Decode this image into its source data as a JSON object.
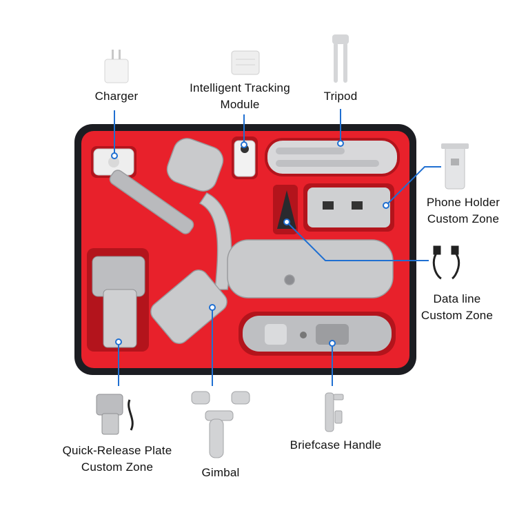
{
  "labels": {
    "charger": "Charger",
    "tracking_module": "Intelligent Tracking\nModule",
    "tripod": "Tripod",
    "phone_holder": "Phone Holder\nCustom Zone",
    "data_line": "Data line\nCustom Zone",
    "quick_release": "Quick-Release Plate\nCustom Zone",
    "gimbal": "Gimbal",
    "briefcase_handle": "Briefcase Handle"
  },
  "colors": {
    "case_shell": "#1c1d22",
    "foam": "#e8212b",
    "leader_line": "#1f6fd1",
    "device_grey": "#c9cacc",
    "device_dark": "#8c8d91"
  }
}
